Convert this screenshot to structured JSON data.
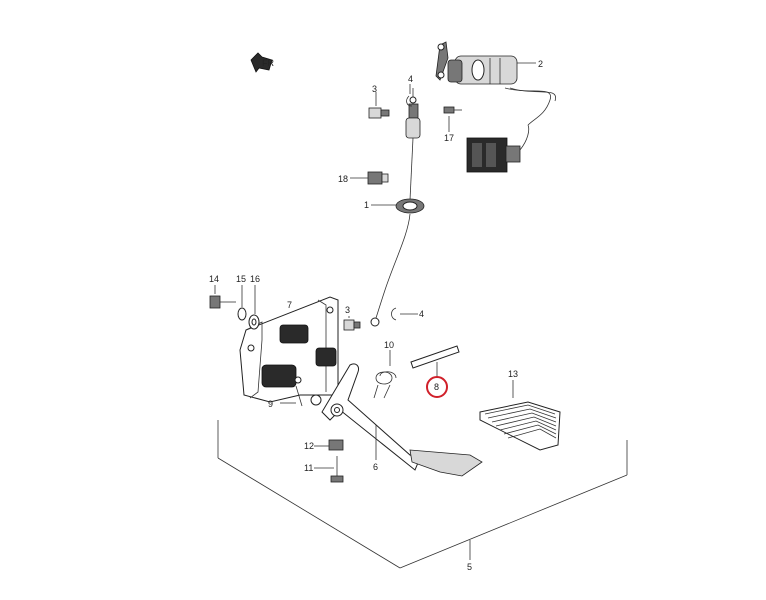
{
  "callouts": {
    "c1": "1",
    "c2": "2",
    "c3a": "3",
    "c3b": "3",
    "c4a": "4",
    "c4b": "4",
    "c5": "5",
    "c6": "6",
    "c7": "7",
    "c8": "8",
    "c9": "9",
    "c10": "10",
    "c11": "11",
    "c12": "12",
    "c13": "13",
    "c14": "14",
    "c15": "15",
    "c16": "16",
    "c17": "17",
    "c18": "18"
  },
  "highlight": {
    "part": "8",
    "color": "#d0202a"
  },
  "front_arrow_text": "FR"
}
